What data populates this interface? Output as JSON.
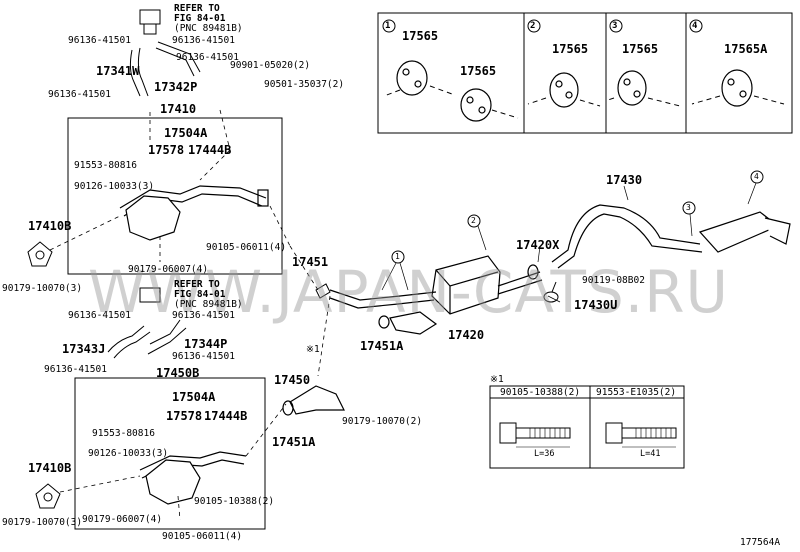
{
  "watermark": "WWW.JAPAN-CATS.RU",
  "figure_code": "177564A",
  "refer_block_top": {
    "line1": "REFER TO",
    "line2": "FIG 84-01",
    "line3": "(PNC 89481B)"
  },
  "refer_block_bottom": {
    "line1": "REFER TO",
    "line2": "FIG 84-01",
    "line3": "(PNC 89481B)"
  },
  "callouts": [
    "1",
    "2",
    "3",
    "4"
  ],
  "note_mark": "※1",
  "hanger_box": {
    "cells": [
      {
        "num": "1",
        "parts": [
          "17565",
          "17565"
        ]
      },
      {
        "num": "2",
        "parts": [
          "17565"
        ]
      },
      {
        "num": "3",
        "parts": [
          "17565"
        ]
      },
      {
        "num": "4",
        "parts": [
          "17565A"
        ]
      }
    ]
  },
  "bolt_table": {
    "mark": "※1",
    "headers": [
      "90105-10388(2)",
      "91553-E1035(2)"
    ],
    "lengths": [
      "L=36",
      "L=41"
    ]
  },
  "labels": {
    "p96136_41501_a": "96136-41501",
    "p96136_41501_b": "96136-41501",
    "p17341w": "17341W",
    "p96136_41501_c": "96136-41501",
    "p17342p": "17342P",
    "p96136_41501_d": "96136-41501",
    "p90901": "90901-05020(2)",
    "p90501": "90501-35037(2)",
    "p17410": "17410",
    "p17504a": "17504A",
    "p17578": "17578",
    "p17444b": "17444B",
    "p91553_80816": "91553-80816",
    "p90126": "90126-10033(3)",
    "p17410b": "17410B",
    "p90105_06011": "90105-06011(4)",
    "p90179_06007": "90179-06007(4)",
    "p90179_10070": "90179-10070(3)",
    "p17451": "17451",
    "p17430": "17430",
    "p17420x": "17420X",
    "p90119": "90119-08B02",
    "p17430u": "17430U",
    "p17420": "17420",
    "p17451a": "17451A",
    "b96136_41501_a": "96136-41501",
    "b96136_41501_b": "96136-41501",
    "b17343j": "17343J",
    "b17344p": "17344P",
    "b96136_41501_c": "96136-41501",
    "b96136_41501_d": "96136-41501",
    "b17450b": "17450B",
    "b17504a": "17504A",
    "b17578": "17578",
    "b17444b": "17444B",
    "b91553_80816": "91553-80816",
    "b90126": "90126-10033(3)",
    "b17410b": "17410B",
    "b90179_10070": "90179-10070(3)",
    "b90179_06007": "90179-06007(4)",
    "b90105_10388": "90105-10388(2)",
    "b90105_06011": "90105-06011(4)",
    "c17450": "17450",
    "c90179_10070": "90179-10070(2)",
    "c17451a": "17451A"
  }
}
